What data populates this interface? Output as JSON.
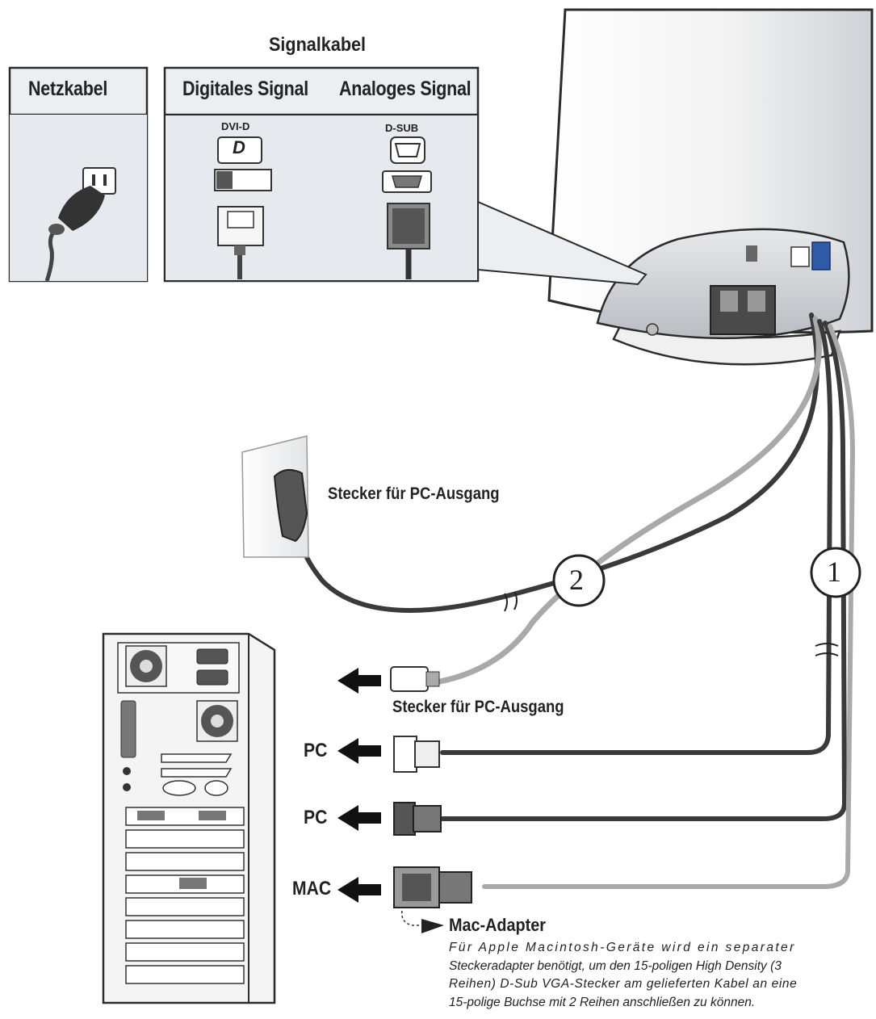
{
  "top_panel": {
    "signal_cable_heading": "Signalkabel",
    "power_cable_label": "Netzkabel",
    "digital_signal_label": "Digitales Signal",
    "analog_signal_label": "Analoges Signal",
    "dvi_port_label": "DVI-D",
    "dvi_port_glyph": "D",
    "dsub_port_label": "D-SUB"
  },
  "callouts": {
    "wall_plug_label": "Stecker für PC-Ausgang",
    "pc_power_label": "Stecker für PC-Ausgang",
    "cable_marker_1": "1",
    "cable_marker_2": "2"
  },
  "connections": [
    {
      "label": "PC"
    },
    {
      "label": "PC"
    },
    {
      "label": "MAC"
    }
  ],
  "mac_adapter": {
    "title": "Mac-Adapter",
    "lines": [
      "Für Apple Macintosh-Geräte wird ein separater",
      "Steckeradapter benötigt, um den 15-poligen High Density (3",
      "Reihen) D-Sub VGA-Stecker am gelieferten Kabel an eine",
      "15-polige Buchse mit 2 Reihen anschließen zu können."
    ]
  },
  "colors": {
    "ink": "#222222",
    "panel_fill": "#e9ecf0",
    "monitor_back": "#dfe1e4",
    "cable_dark": "#3a3a3a",
    "cable_light": "#a9a9a9"
  }
}
